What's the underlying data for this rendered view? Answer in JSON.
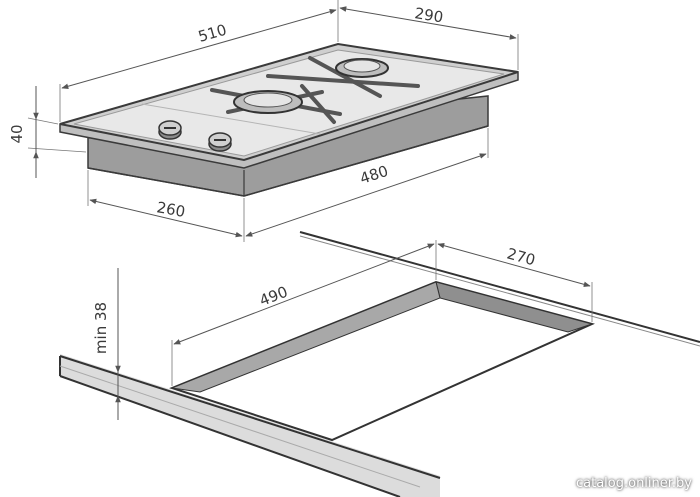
{
  "diagram": {
    "dimensions": {
      "length_top": "510",
      "depth_top": "290",
      "height": "40",
      "inner_width": "260",
      "inner_length": "480",
      "cutout_length": "490",
      "cutout_depth": "270",
      "min_thickness": "min 38"
    },
    "colors": {
      "outline": "#3a3a3a",
      "surface": "#e6e6e6",
      "shadow": "#9a9a9a",
      "dimension": "#555555"
    }
  },
  "watermark": "catalog.onliner.by"
}
